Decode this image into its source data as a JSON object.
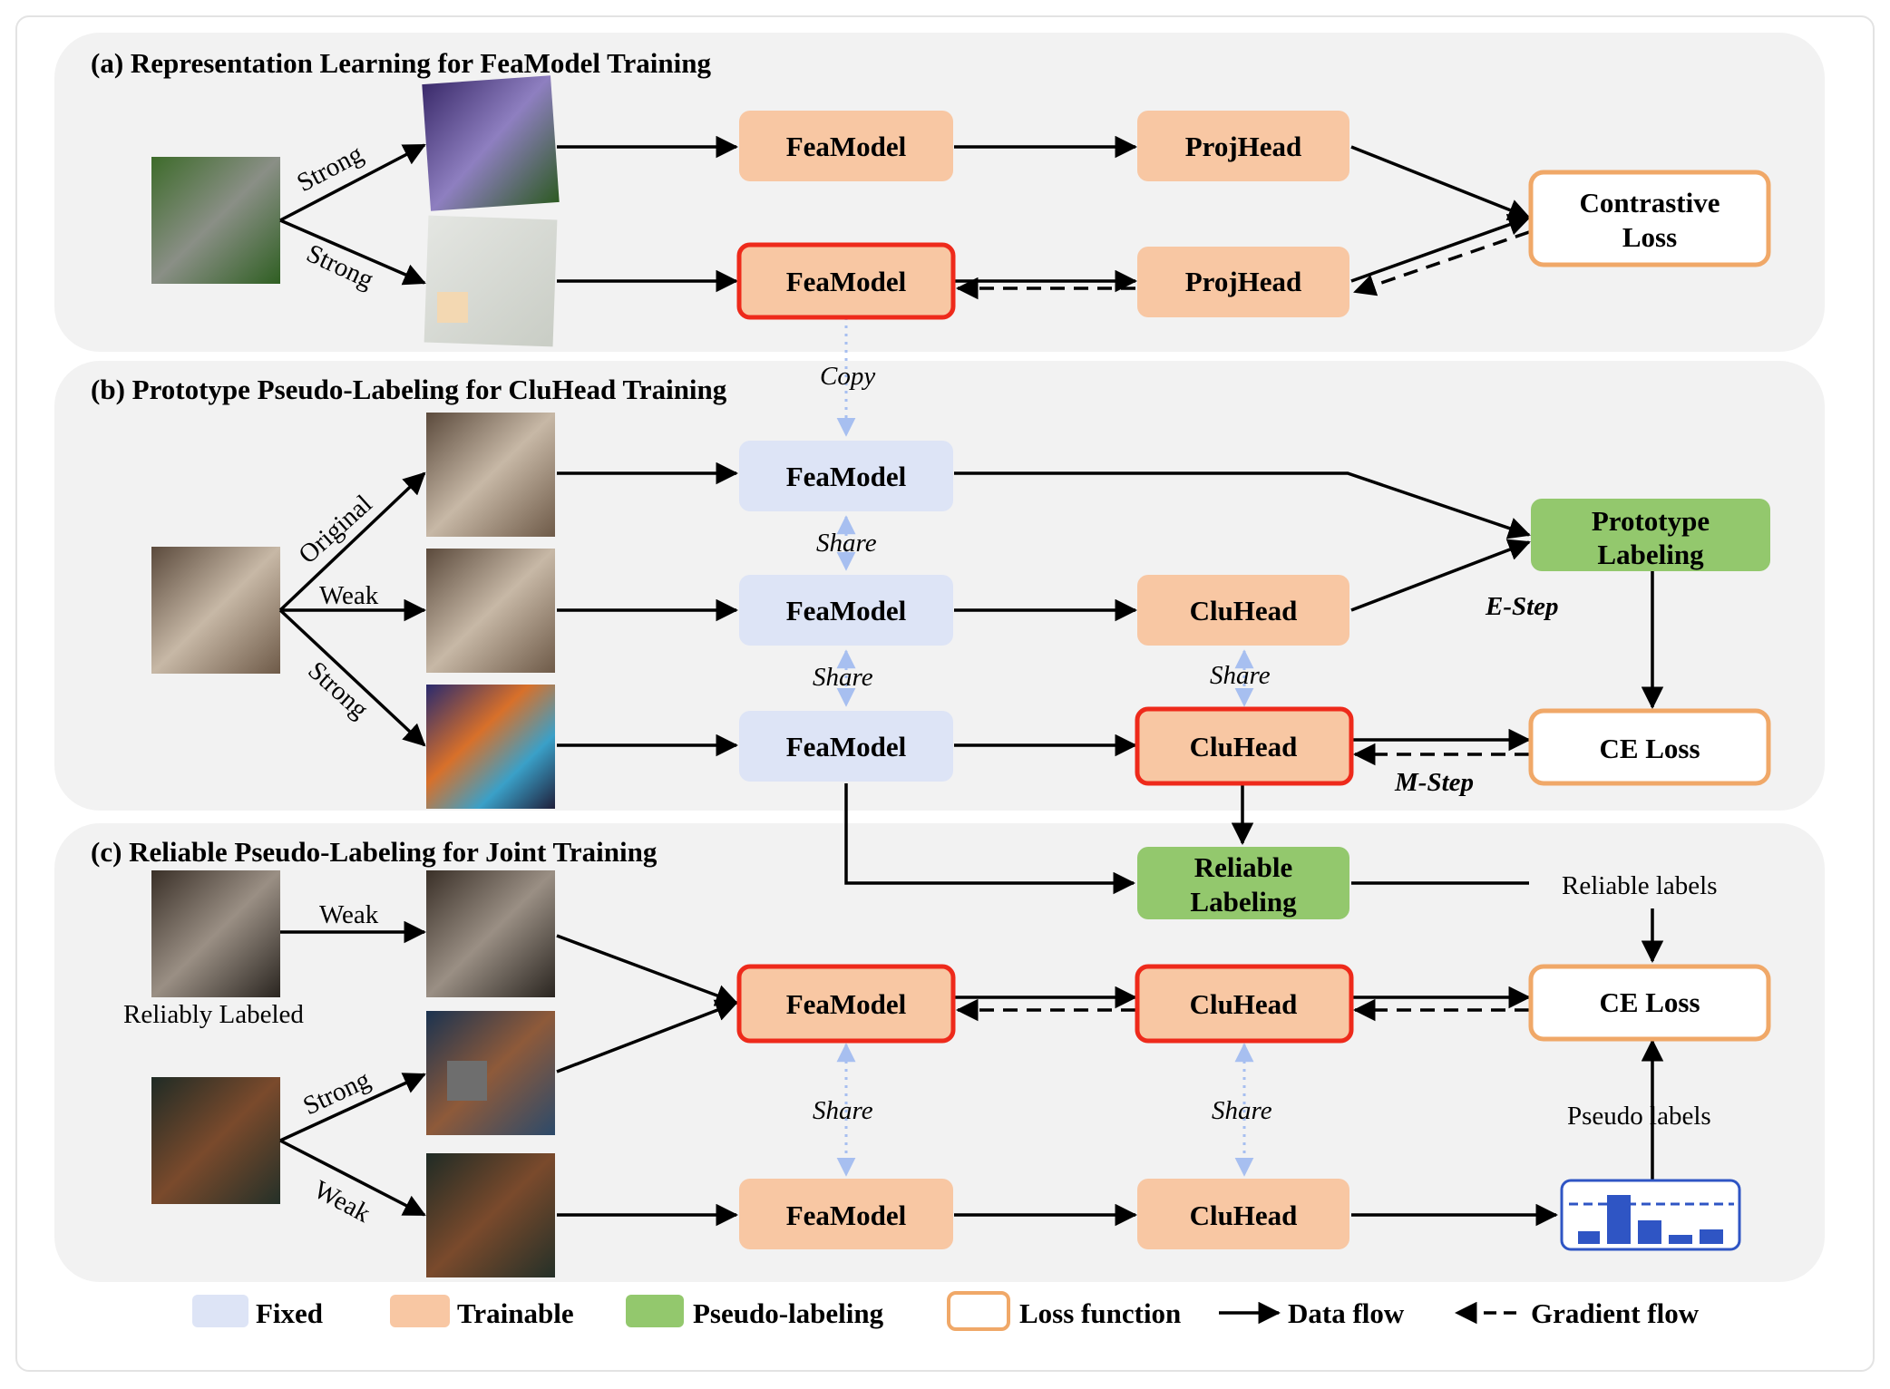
{
  "panels": {
    "a_title": "(a) Representation Learning for FeaModel Training",
    "b_title": "(b) Prototype Pseudo-Labeling for CluHead Training",
    "c_title": "(c) Reliable  Pseudo-Labeling for Joint Training"
  },
  "boxes": {
    "feamodel": "FeaModel",
    "projhead": "ProjHead",
    "cluhead": "CluHead",
    "contrastive_line1": "Contrastive",
    "contrastive_line2": "Loss",
    "prototype_line1": "Prototype",
    "prototype_line2": "Labeling",
    "ce_loss": "CE Loss",
    "reliable_line1": "Reliable",
    "reliable_line2": "Labeling"
  },
  "edge_labels": {
    "strong": "Strong",
    "weak": "Weak",
    "original": "Original",
    "copy": "Copy",
    "share": "Share",
    "e_step": "E-Step",
    "m_step": "M-Step",
    "reliably_labeled": "Reliably Labeled",
    "reliable_labels": "Reliable  labels",
    "pseudo_labels": "Pseudo labels"
  },
  "legend": {
    "fixed": "Fixed",
    "trainable": "Trainable",
    "pseudo_labeling": "Pseudo-labeling",
    "loss_function": "Loss function",
    "data_flow": "Data flow",
    "gradient_flow": "Gradient flow"
  },
  "colors": {
    "fixed_fill": "#dde4f6",
    "trainable_fill": "#f8c7a3",
    "pseudo_fill": "#93c86d",
    "loss_border": "#f0a868",
    "trainable_highlight": "#ee2a1b",
    "share_line": "#a7bff0",
    "histogram_blue": "#2f55c4",
    "panel_bg": "#f2f2f2"
  },
  "icons": {
    "image_thumbnail": "image-icon",
    "histogram": "bar-histogram-icon"
  }
}
